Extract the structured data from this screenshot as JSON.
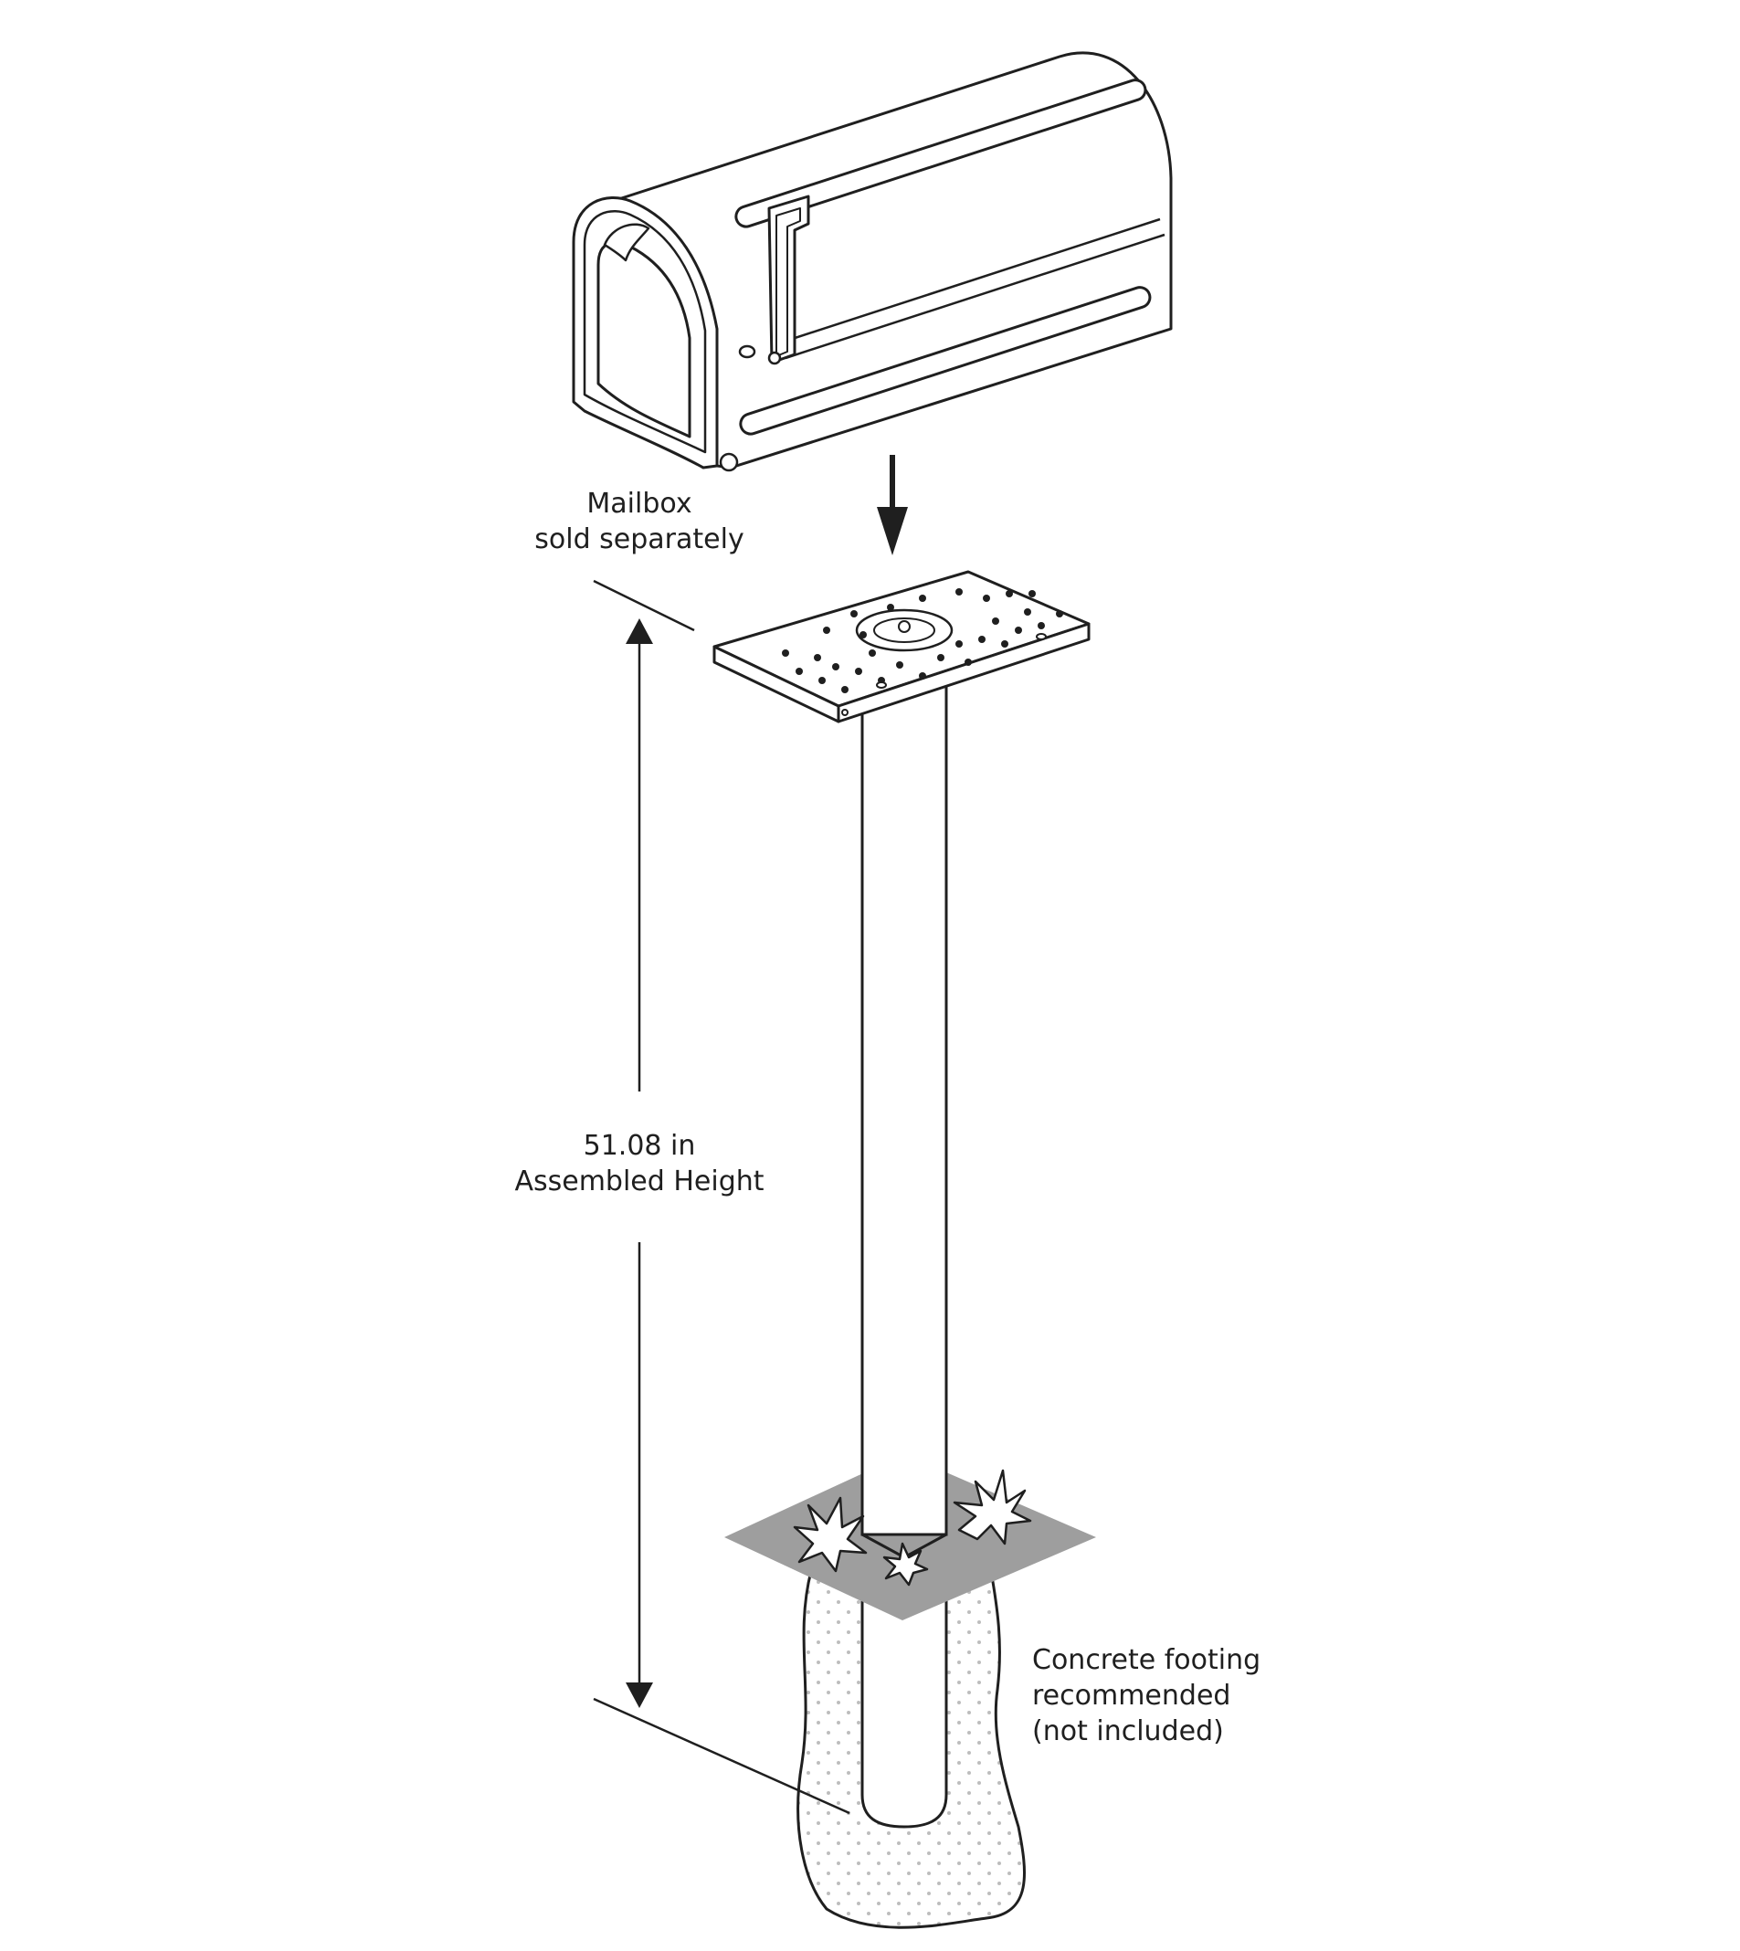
{
  "labels": {
    "mailbox": [
      "Mailbox",
      "sold separately"
    ],
    "height": [
      "51.08 in",
      "Assembled Height"
    ],
    "footing": [
      "Concrete footing",
      "recommended",
      "(not included)"
    ]
  },
  "colors": {
    "ink": "#1f1f1f",
    "ground": "#9e9e9e",
    "concrete_dots": "#bdbdbd"
  }
}
